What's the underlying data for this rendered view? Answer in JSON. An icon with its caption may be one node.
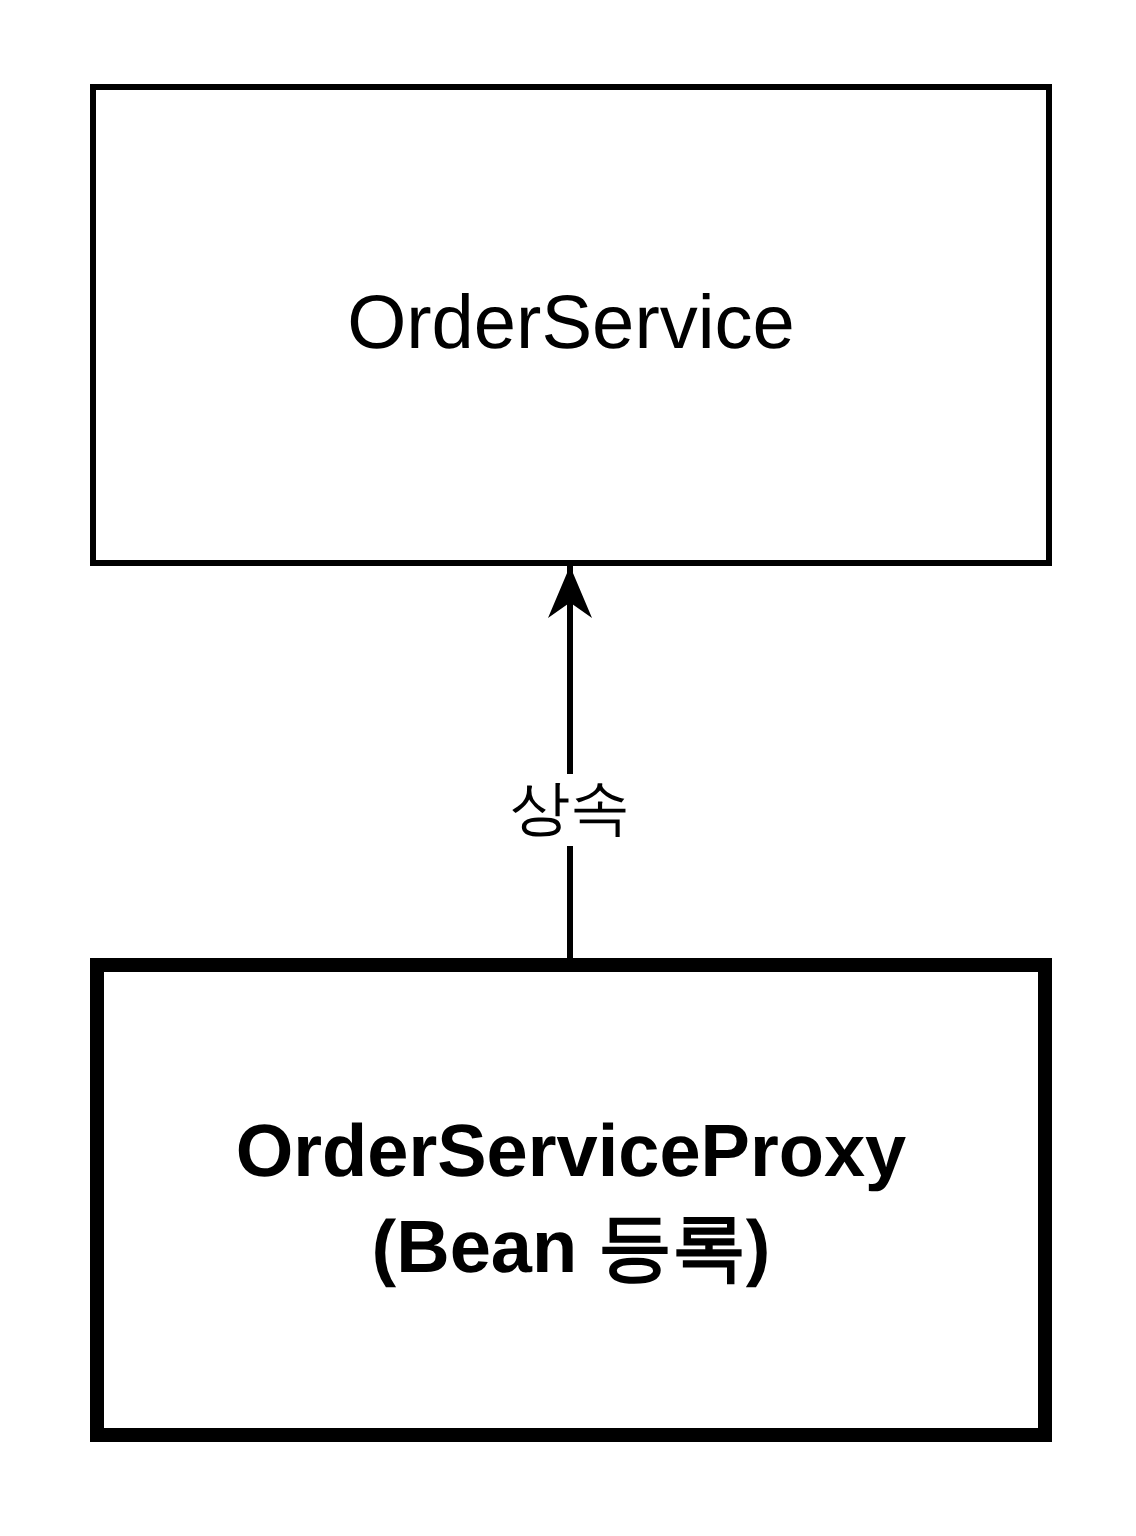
{
  "diagram": {
    "nodes": [
      {
        "text": [
          "OrderService"
        ]
      },
      {
        "text": [
          "OrderServiceProxy (Bean 등록)"
        ]
      }
    ],
    "edges": [
      {
        "from": 1,
        "to": 0,
        "arrow": "to",
        "label": "상속"
      }
    ]
  }
}
